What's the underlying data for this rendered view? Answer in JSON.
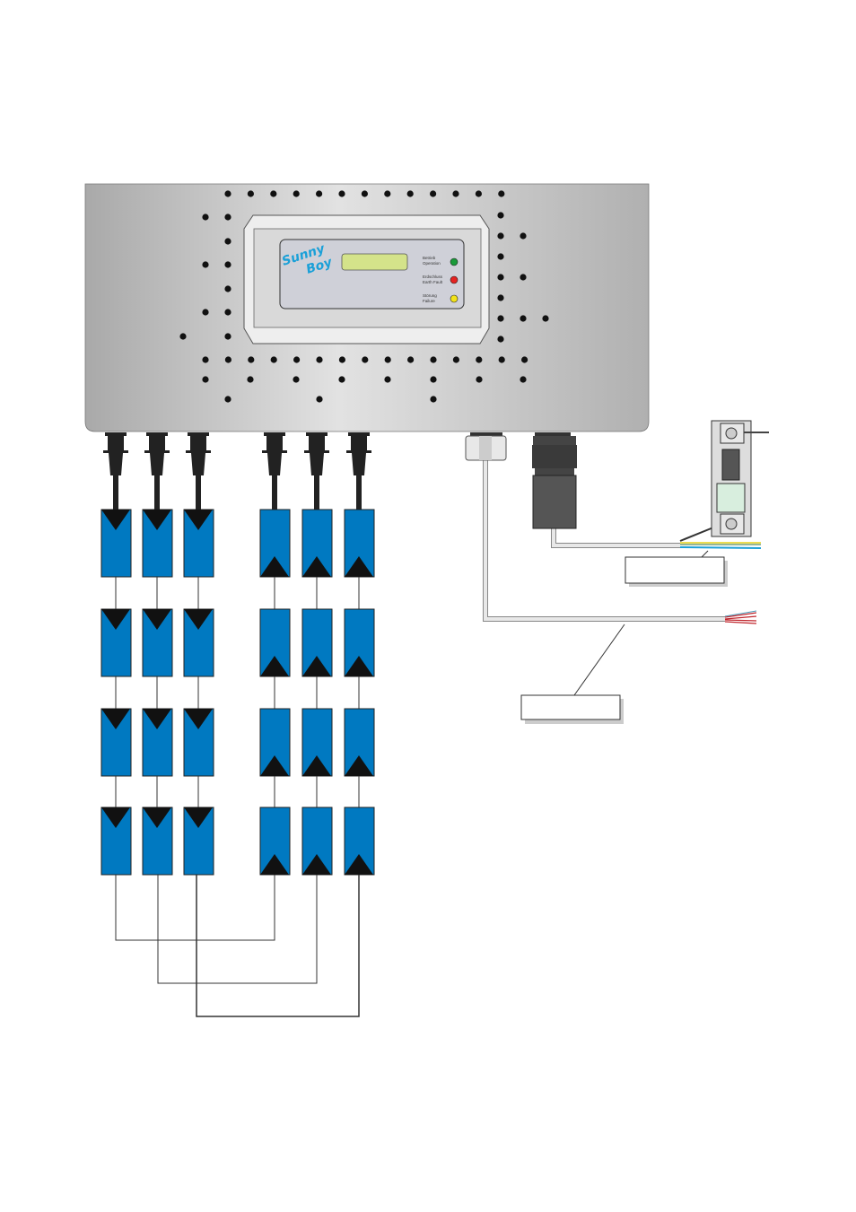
{
  "inverter": {
    "logo_line1": "Sunny",
    "logo_line2": "Boy",
    "leds": [
      {
        "de": "Betrieb",
        "en": "Operation",
        "color": "#1a9a3a"
      },
      {
        "de": "Erdschluss",
        "en": "Earth Fault",
        "color": "#e52222"
      },
      {
        "de": "Störung",
        "en": "Failure",
        "color": "#f2e21a"
      }
    ]
  },
  "colors": {
    "panel": "#0079c1",
    "housing": "#c8c8c8",
    "display": "#d4e38a"
  },
  "strings": {
    "count": 6,
    "panels_per_string": 4
  },
  "labels": {
    "box1": "",
    "box2": ""
  }
}
